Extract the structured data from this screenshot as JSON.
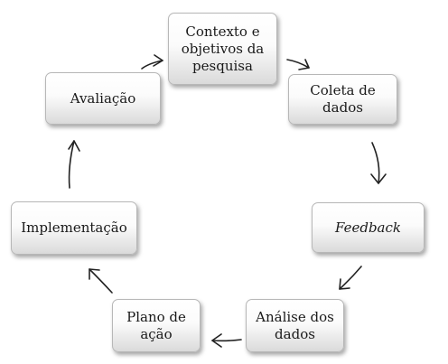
{
  "diagram": {
    "nodes": [
      {
        "id": "contexto",
        "label": "Contexto e objetivos da pesquisa",
        "italic": false
      },
      {
        "id": "coleta",
        "label": "Coleta de dados",
        "italic": false
      },
      {
        "id": "feedback",
        "label": "Feedback",
        "italic": true
      },
      {
        "id": "analise",
        "label": "Análise dos dados",
        "italic": false
      },
      {
        "id": "plano",
        "label": "Plano de ação",
        "italic": false
      },
      {
        "id": "implementacao",
        "label": "Implementação",
        "italic": false
      },
      {
        "id": "avaliacao",
        "label": "Avaliação",
        "italic": false
      }
    ],
    "edges": [
      {
        "from": "contexto",
        "to": "coleta"
      },
      {
        "from": "coleta",
        "to": "feedback"
      },
      {
        "from": "feedback",
        "to": "analise"
      },
      {
        "from": "analise",
        "to": "plano"
      },
      {
        "from": "plano",
        "to": "implementacao"
      },
      {
        "from": "implementacao",
        "to": "avaliacao"
      },
      {
        "from": "avaliacao",
        "to": "contexto"
      }
    ]
  }
}
